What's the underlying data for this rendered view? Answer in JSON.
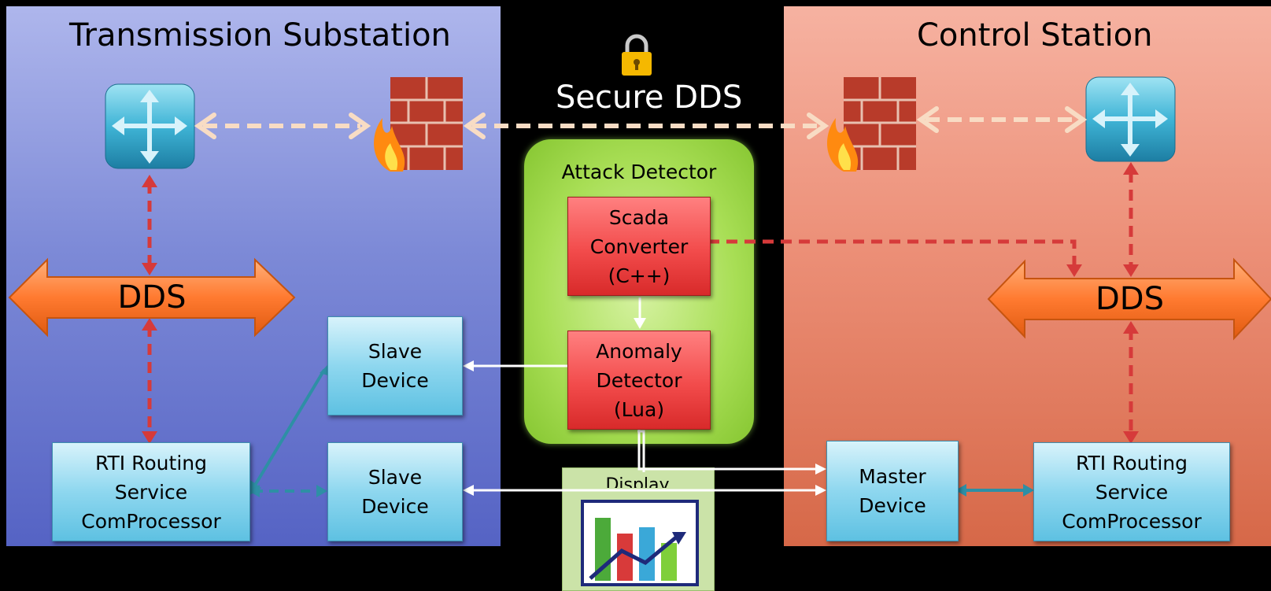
{
  "left_panel": {
    "title": "Transmission Substation"
  },
  "right_panel": {
    "title": "Control Station"
  },
  "center": {
    "secure_label": "Secure DDS",
    "attack_detector": {
      "label": "Attack Detector"
    },
    "scada_converter": "Scada\nConverter\n(C++)",
    "anomaly_detector": "Anomaly\nDetector\n(Lua)",
    "display": "Display"
  },
  "dds_left": "DDS",
  "dds_right": "DDS",
  "slave_device_1": "Slave\nDevice",
  "slave_device_2": "Slave\nDevice",
  "routing_left": "RTI Routing\nService\nComProcessor",
  "routing_right": "RTI Routing\nService\nComProcessor",
  "master_device": "Master\nDevice",
  "colors": {
    "dds_arrow": "#ff7a30",
    "dashed_red": "#d63a3a",
    "dashed_cream": "#f8dcc4",
    "teal": "#2e8fa5",
    "white": "#ffffff"
  },
  "icons": [
    "router-icon",
    "firewall-icon",
    "lock-icon",
    "chart-icon"
  ]
}
